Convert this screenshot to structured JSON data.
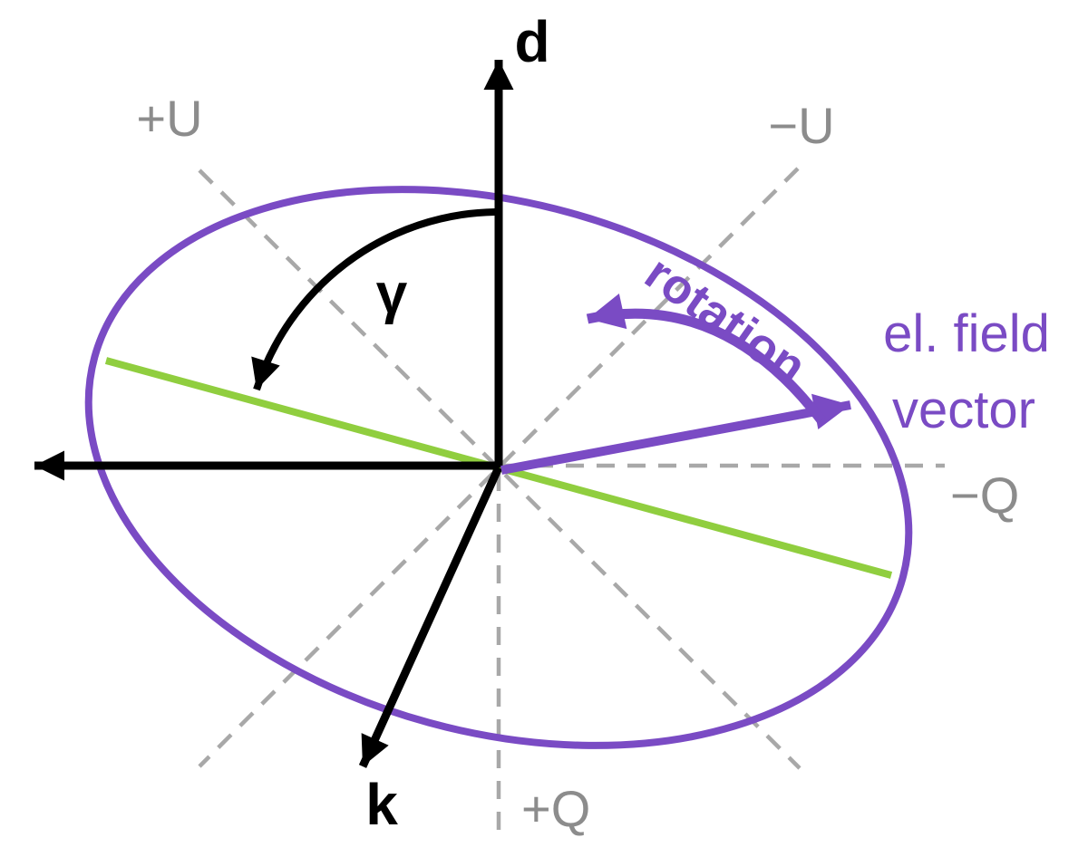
{
  "figure": {
    "background": "#ffffff",
    "labels": {
      "d_axis": "d",
      "k_axis": "k",
      "gamma_angle": "γ",
      "stokes_plus_u": "+U",
      "stokes_minus_u": "−U",
      "stokes_minus_q": "−Q",
      "stokes_plus_q": "+Q",
      "rotation": "rotation",
      "el_field_line1": "el. field",
      "el_field_line2": "vector"
    },
    "colors": {
      "polarization_ellipse": "#7a4bc4",
      "el_field_vector": "#7a4bc4",
      "major_axis_line": "#90ce3f",
      "axes_black": "#000000",
      "stokes_dashed_gray": "#a8a8a8",
      "stokes_label_gray": "#8c8c8c"
    }
  }
}
